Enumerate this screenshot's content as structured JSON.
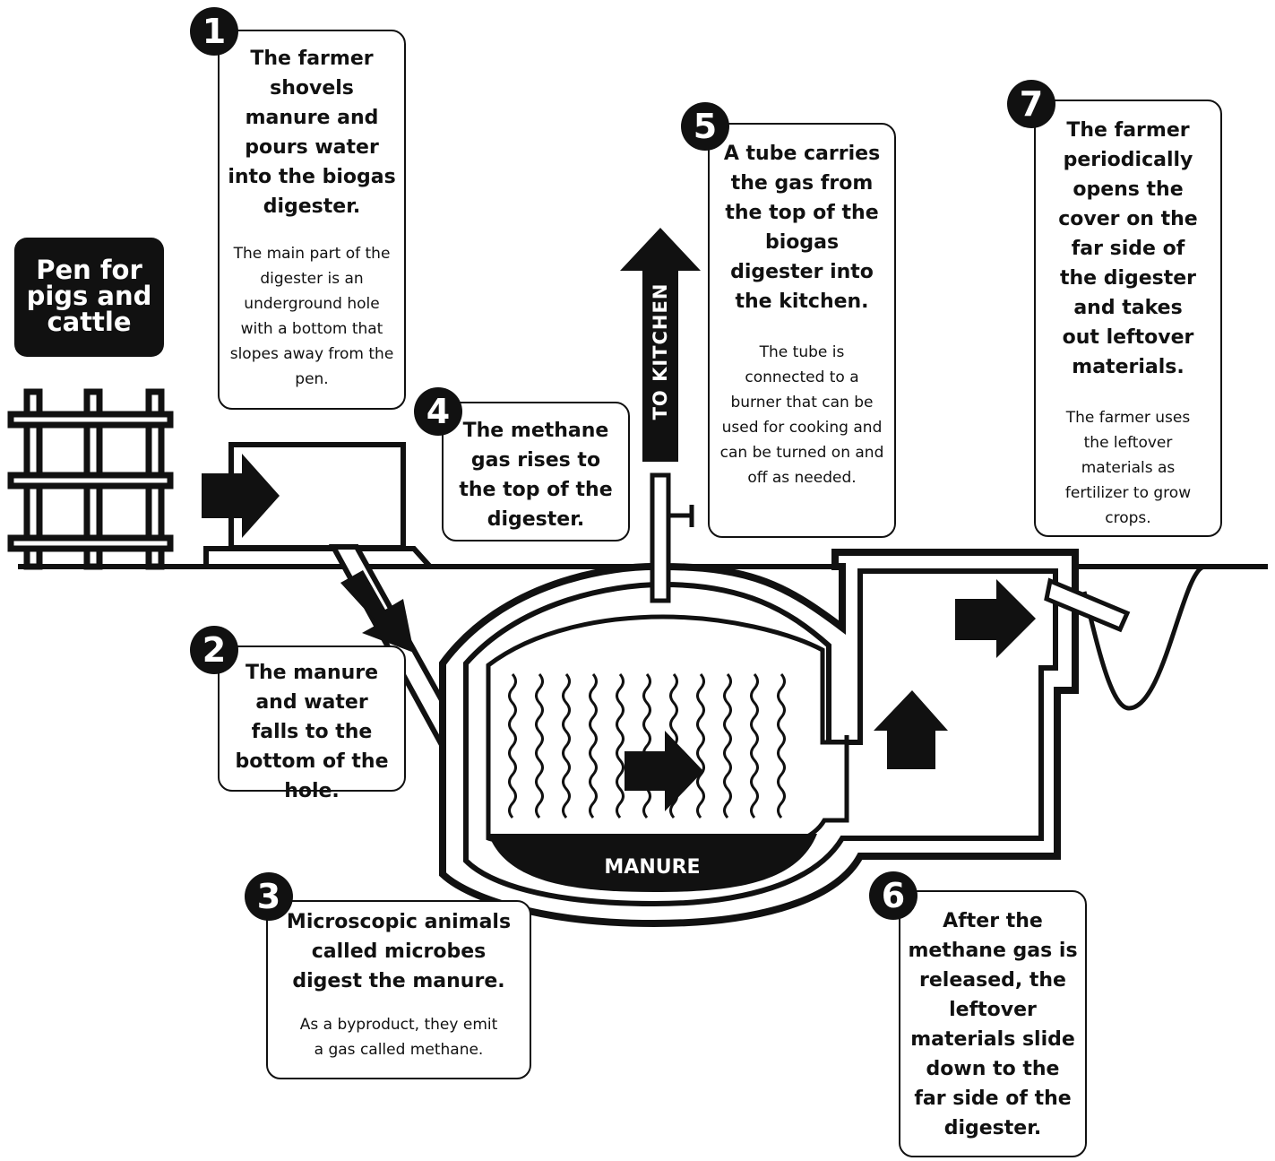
{
  "pen_label": "Pen for\npigs and\ncattle",
  "kitchen_label": "TO KITCHEN",
  "manure_label": "MANURE",
  "steps": [
    {
      "number": "1",
      "heading": "The farmer shovels manure and pours water into the biogas digester.",
      "body": "The main part of the digester is an underground hole with a bottom that slopes away from the pen."
    },
    {
      "number": "2",
      "heading": "The manure and water falls to the bottom of the hole.",
      "body": ""
    },
    {
      "number": "3",
      "heading": "Microscopic animals called microbes digest the manure.",
      "body": "As a byproduct, they emit a gas called methane."
    },
    {
      "number": "4",
      "heading": "The methane gas rises to the top of the digester.",
      "body": ""
    },
    {
      "number": "5",
      "heading": "A tube carries the gas from the top of the biogas digester into the kitchen.",
      "body": "The tube is connected to a burner that can be used for cooking and can be turned on and off as needed."
    },
    {
      "number": "6",
      "heading": "After the methane gas is released, the leftover materials slide down to the far side of the digester.",
      "body": ""
    },
    {
      "number": "7",
      "heading": "The farmer periodically opens the cover on the far side of the digester and takes out leftover materials.",
      "body": "The farmer uses the leftover materials as fertilizer to grow crops."
    }
  ]
}
